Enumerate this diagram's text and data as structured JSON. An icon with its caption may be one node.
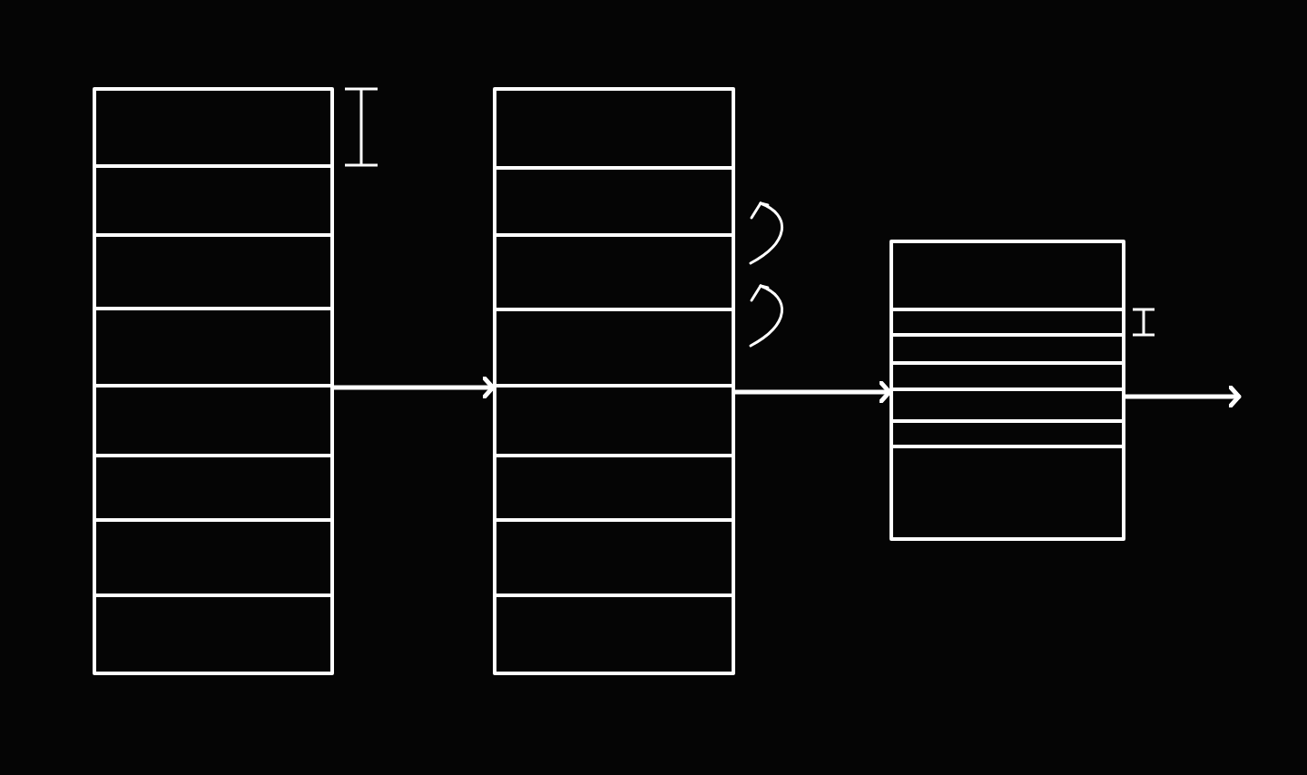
{
  "diagram": {
    "nodes": [
      {
        "text": [],
        "shape": "box"
      },
      {
        "text": [],
        "shape": "box"
      },
      {
        "text": [],
        "shape": "box"
      }
    ],
    "edges": [
      {
        "from": 0,
        "to": 1,
        "arrow": "to"
      },
      {
        "from": 1,
        "to": 2,
        "arrow": "to"
      },
      {
        "from": 2,
        "to": null,
        "arrow": "to"
      }
    ]
  }
}
